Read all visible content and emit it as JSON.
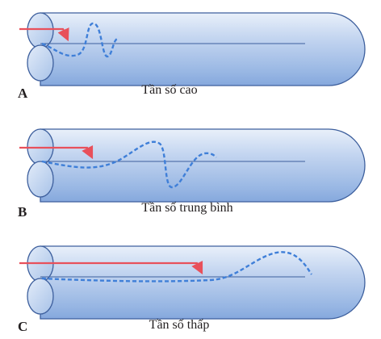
{
  "panels": [
    {
      "letter": "A",
      "caption": "Tần số cao",
      "frequency": "high"
    },
    {
      "letter": "B",
      "caption": "Tần số trung bình",
      "frequency": "medium"
    },
    {
      "letter": "C",
      "caption": "Tần số thấp",
      "frequency": "low"
    }
  ],
  "colors": {
    "tube_fill_light": "#dbe7f7",
    "tube_fill_mid": "#b6cdee",
    "tube_fill_dark": "#8fb0e1",
    "tube_outline": "#3d5f9d",
    "axis_line": "#3d5f9d",
    "arrow": "#e8505b",
    "wave": "#3f7fd8",
    "text": "#231f20"
  }
}
